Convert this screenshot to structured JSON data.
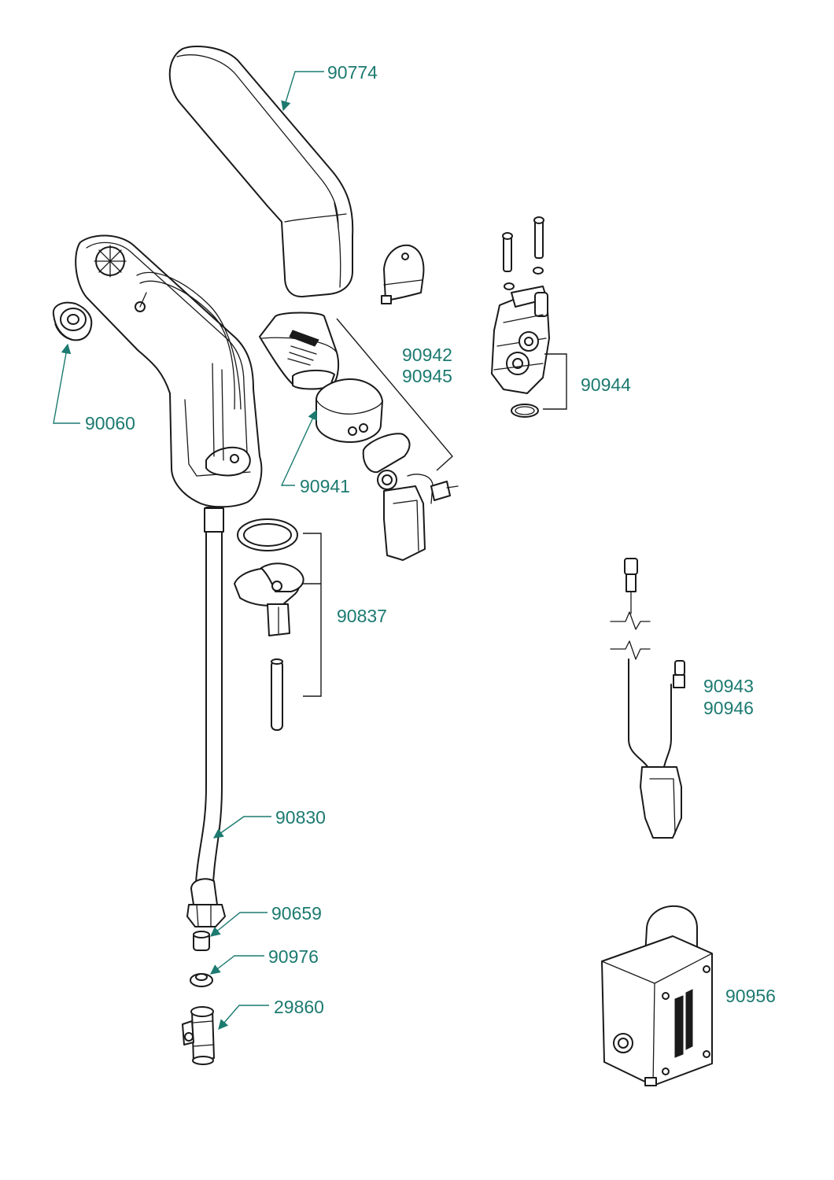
{
  "colors": {
    "label": "#1c7a70",
    "line": "#1a1a1a"
  },
  "labels": {
    "spout_cover": "90774",
    "aerator": "90060",
    "sensor_window_a": "90942",
    "sensor_window_b": "90945",
    "solenoid_valve": "90944",
    "sensor_module": "90941",
    "mounting_set": "90837",
    "cable_a": "90943",
    "cable_b": "90946",
    "hose": "90830",
    "nipple": "90659",
    "check_valve": "90976",
    "stop_valve": "29860",
    "power_box": "90956"
  }
}
